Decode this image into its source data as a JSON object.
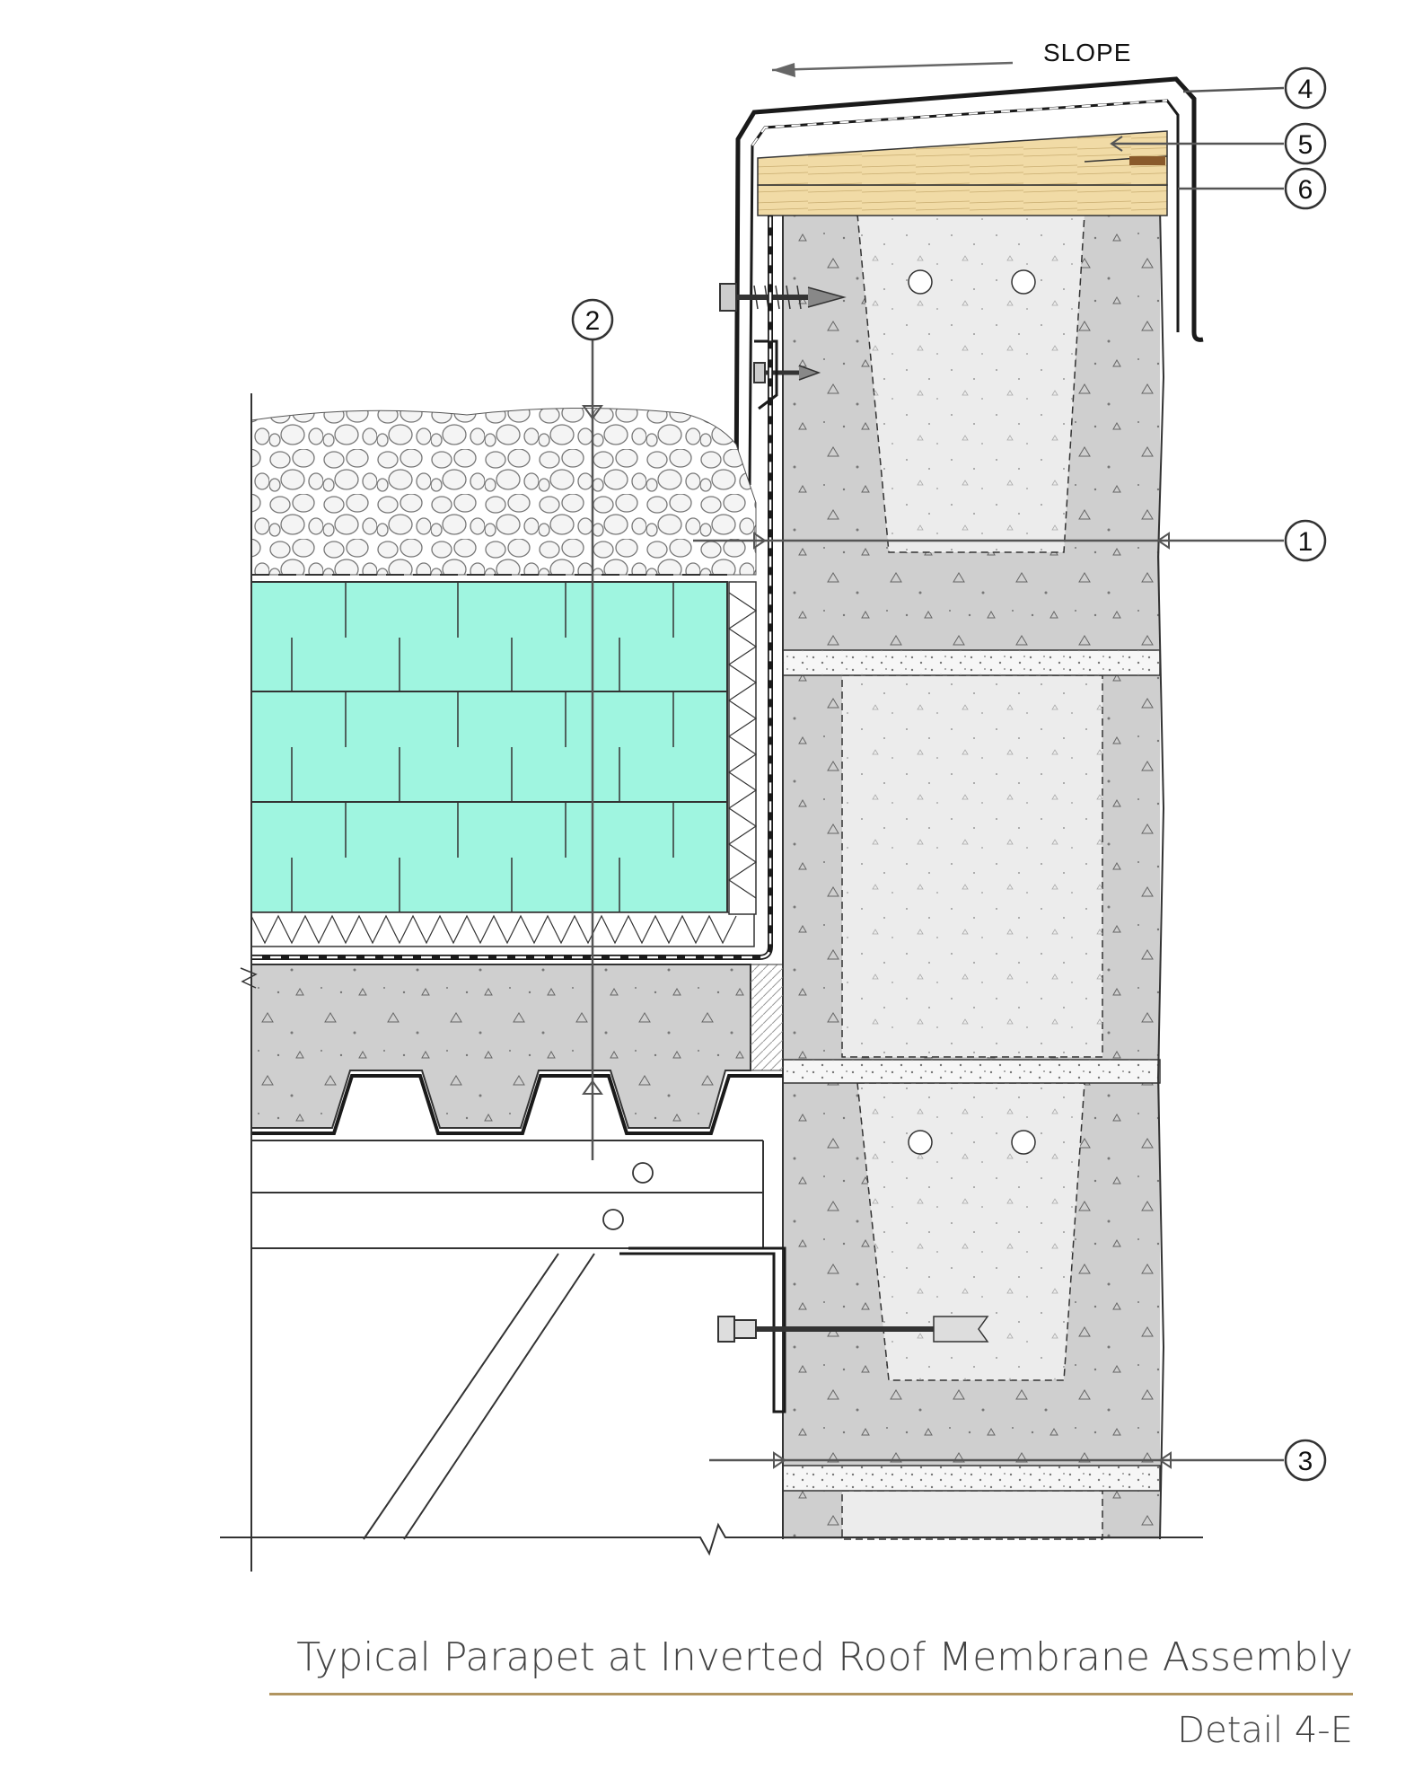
{
  "diagram": {
    "slope_label": "SLOPE",
    "callouts": [
      "1",
      "2",
      "3",
      "4",
      "5",
      "6"
    ]
  },
  "caption": {
    "title": "Typical Parapet at Inverted Roof Membrane Assembly",
    "detail": "Detail 4-E"
  },
  "colors": {
    "insulation": "#9ff5e0",
    "concrete": "#cfcfcf",
    "block_core": "#ececec",
    "wood": "#f1dba6",
    "caption_rule": "#b19560"
  }
}
